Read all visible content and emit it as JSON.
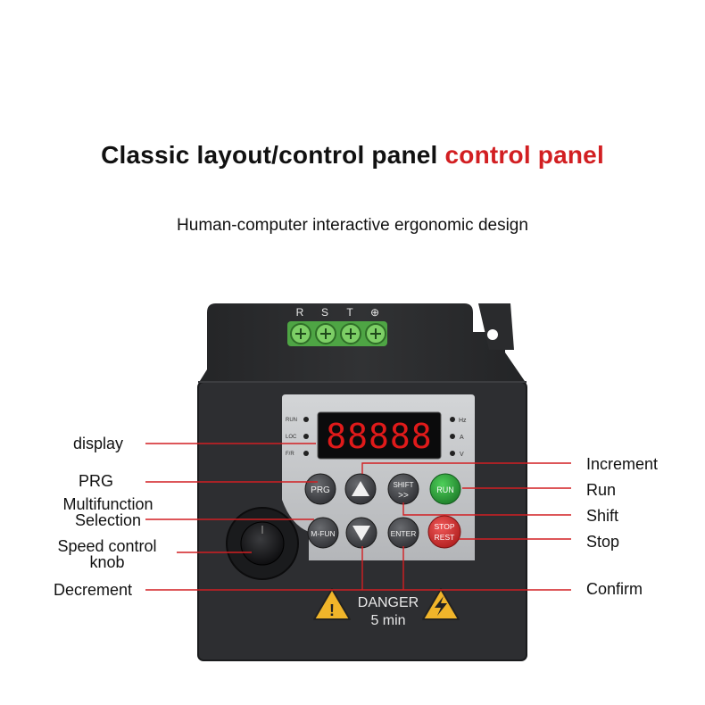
{
  "header": {
    "title_main": "Classic layout/control panel ",
    "title_accent": "control panel",
    "subtitle": "Human-computer interactive ergonomic design"
  },
  "terminals": [
    "R",
    "S",
    "T",
    "⊕"
  ],
  "display": {
    "left_indicators": [
      "RUN",
      "LOC",
      "F/R"
    ],
    "right_indicators": [
      "Hz",
      "A",
      "V"
    ],
    "readout": "88888"
  },
  "buttons": {
    "prg": "PRG",
    "up": "▲",
    "shift_top": "SHIFT",
    "shift_bottom": ">>",
    "run": "RUN",
    "mfun": "M-FUN",
    "down": "▼",
    "enter": "ENTER",
    "stop_top": "STOP",
    "stop_bottom": "REST"
  },
  "warning": {
    "line1": "DANGER",
    "line2": "5 min"
  },
  "callouts_left": {
    "display": "display",
    "prg": "PRG",
    "multifunction_l1": "Multifunction",
    "multifunction_l2": "Selection",
    "speed_l1": "Speed control",
    "speed_l2": "knob",
    "decrement": "Decrement"
  },
  "callouts_right": {
    "increment": "Increment",
    "run": "Run",
    "shift": "Shift",
    "stop": "Stop",
    "confirm": "Confirm"
  },
  "colors": {
    "accent_red": "#d21f22",
    "body": "#2b2c2e",
    "terminal_green": "#6fbf5a",
    "run_green": "#2ea43a",
    "stop_red": "#d83030",
    "led_red": "#e01a1a",
    "keypad_gray": "#c4c6c8"
  }
}
